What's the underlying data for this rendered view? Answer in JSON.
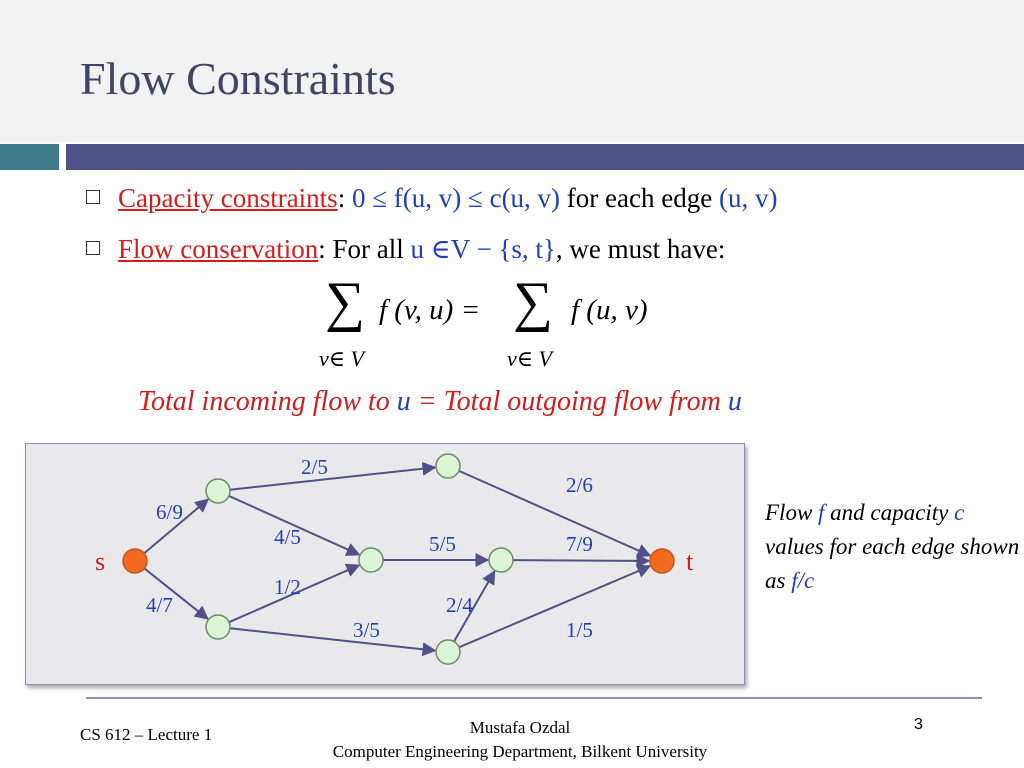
{
  "slide": {
    "title": "Flow Constraints",
    "bullets": [
      {
        "term": "Capacity constraints",
        "sep": ":",
        "expr": "0 ≤ f(u, v) ≤ c(u, v)",
        "mid": " for each edge ",
        "edge": "(u, v)"
      },
      {
        "term": "Flow conservation",
        "sep": ": For all ",
        "var": "u ∈V − {s, t}",
        "rest": ", we must have:"
      }
    ],
    "formula": {
      "sigma": "∑",
      "lhs": "f (v, u) =",
      "rhs": "f (u, v)",
      "lhs_sub": "v∈ V",
      "rhs_sub": "v∈ V"
    },
    "red_line": {
      "p1": "Total incoming flow to ",
      "u1": "u",
      "p2": " = Total outgoing flow from ",
      "u2": "u"
    },
    "side_note": {
      "p1": "Flow ",
      "f": "f",
      "p2": " and capacity ",
      "c": "c",
      "p3": " values for each edge shown as ",
      "fc": "f/c"
    },
    "footer": {
      "left": "CS 612 – Lecture 1",
      "author": "Mustafa Ozdal",
      "dept": "Computer Engineering Department, Bilkent University",
      "page": "3"
    },
    "colors": {
      "title": "#3f4564",
      "teal_bar": "#3e7c8c",
      "navy_bar": "#4e5286",
      "red": "#d41c1c",
      "blue": "#1f3fbf",
      "source_sink_node": "#f26b1d",
      "inner_node": "#d9f5d3",
      "edge": "#4e5286"
    }
  },
  "graph": {
    "nodes": [
      {
        "id": "s",
        "label": "s",
        "kind": "terminal"
      },
      {
        "id": "a",
        "label": "",
        "kind": "inner"
      },
      {
        "id": "b",
        "label": "",
        "kind": "inner"
      },
      {
        "id": "c",
        "label": "",
        "kind": "inner"
      },
      {
        "id": "d",
        "label": "",
        "kind": "inner"
      },
      {
        "id": "e",
        "label": "",
        "kind": "inner"
      },
      {
        "id": "f",
        "label": "",
        "kind": "inner"
      },
      {
        "id": "t",
        "label": "t",
        "kind": "terminal"
      }
    ],
    "edges": [
      {
        "from": "s",
        "to": "a",
        "flow": 6,
        "capacity": 9,
        "label": "6/9"
      },
      {
        "from": "s",
        "to": "d",
        "flow": 4,
        "capacity": 7,
        "label": "4/7"
      },
      {
        "from": "a",
        "to": "b",
        "flow": 2,
        "capacity": 5,
        "label": "2/5"
      },
      {
        "from": "a",
        "to": "c",
        "flow": 4,
        "capacity": 5,
        "label": "4/5"
      },
      {
        "from": "b",
        "to": "t",
        "flow": 2,
        "capacity": 6,
        "label": "2/6"
      },
      {
        "from": "c",
        "to": "e",
        "flow": 5,
        "capacity": 5,
        "label": "5/5"
      },
      {
        "from": "e",
        "to": "t",
        "flow": 7,
        "capacity": 9,
        "label": "7/9"
      },
      {
        "from": "d",
        "to": "c",
        "flow": 1,
        "capacity": 2,
        "label": "1/2"
      },
      {
        "from": "d",
        "to": "f",
        "flow": 3,
        "capacity": 5,
        "label": "3/5"
      },
      {
        "from": "f",
        "to": "e",
        "flow": 2,
        "capacity": 4,
        "label": "2/4"
      },
      {
        "from": "f",
        "to": "t",
        "flow": 1,
        "capacity": 5,
        "label": "1/5"
      }
    ]
  }
}
